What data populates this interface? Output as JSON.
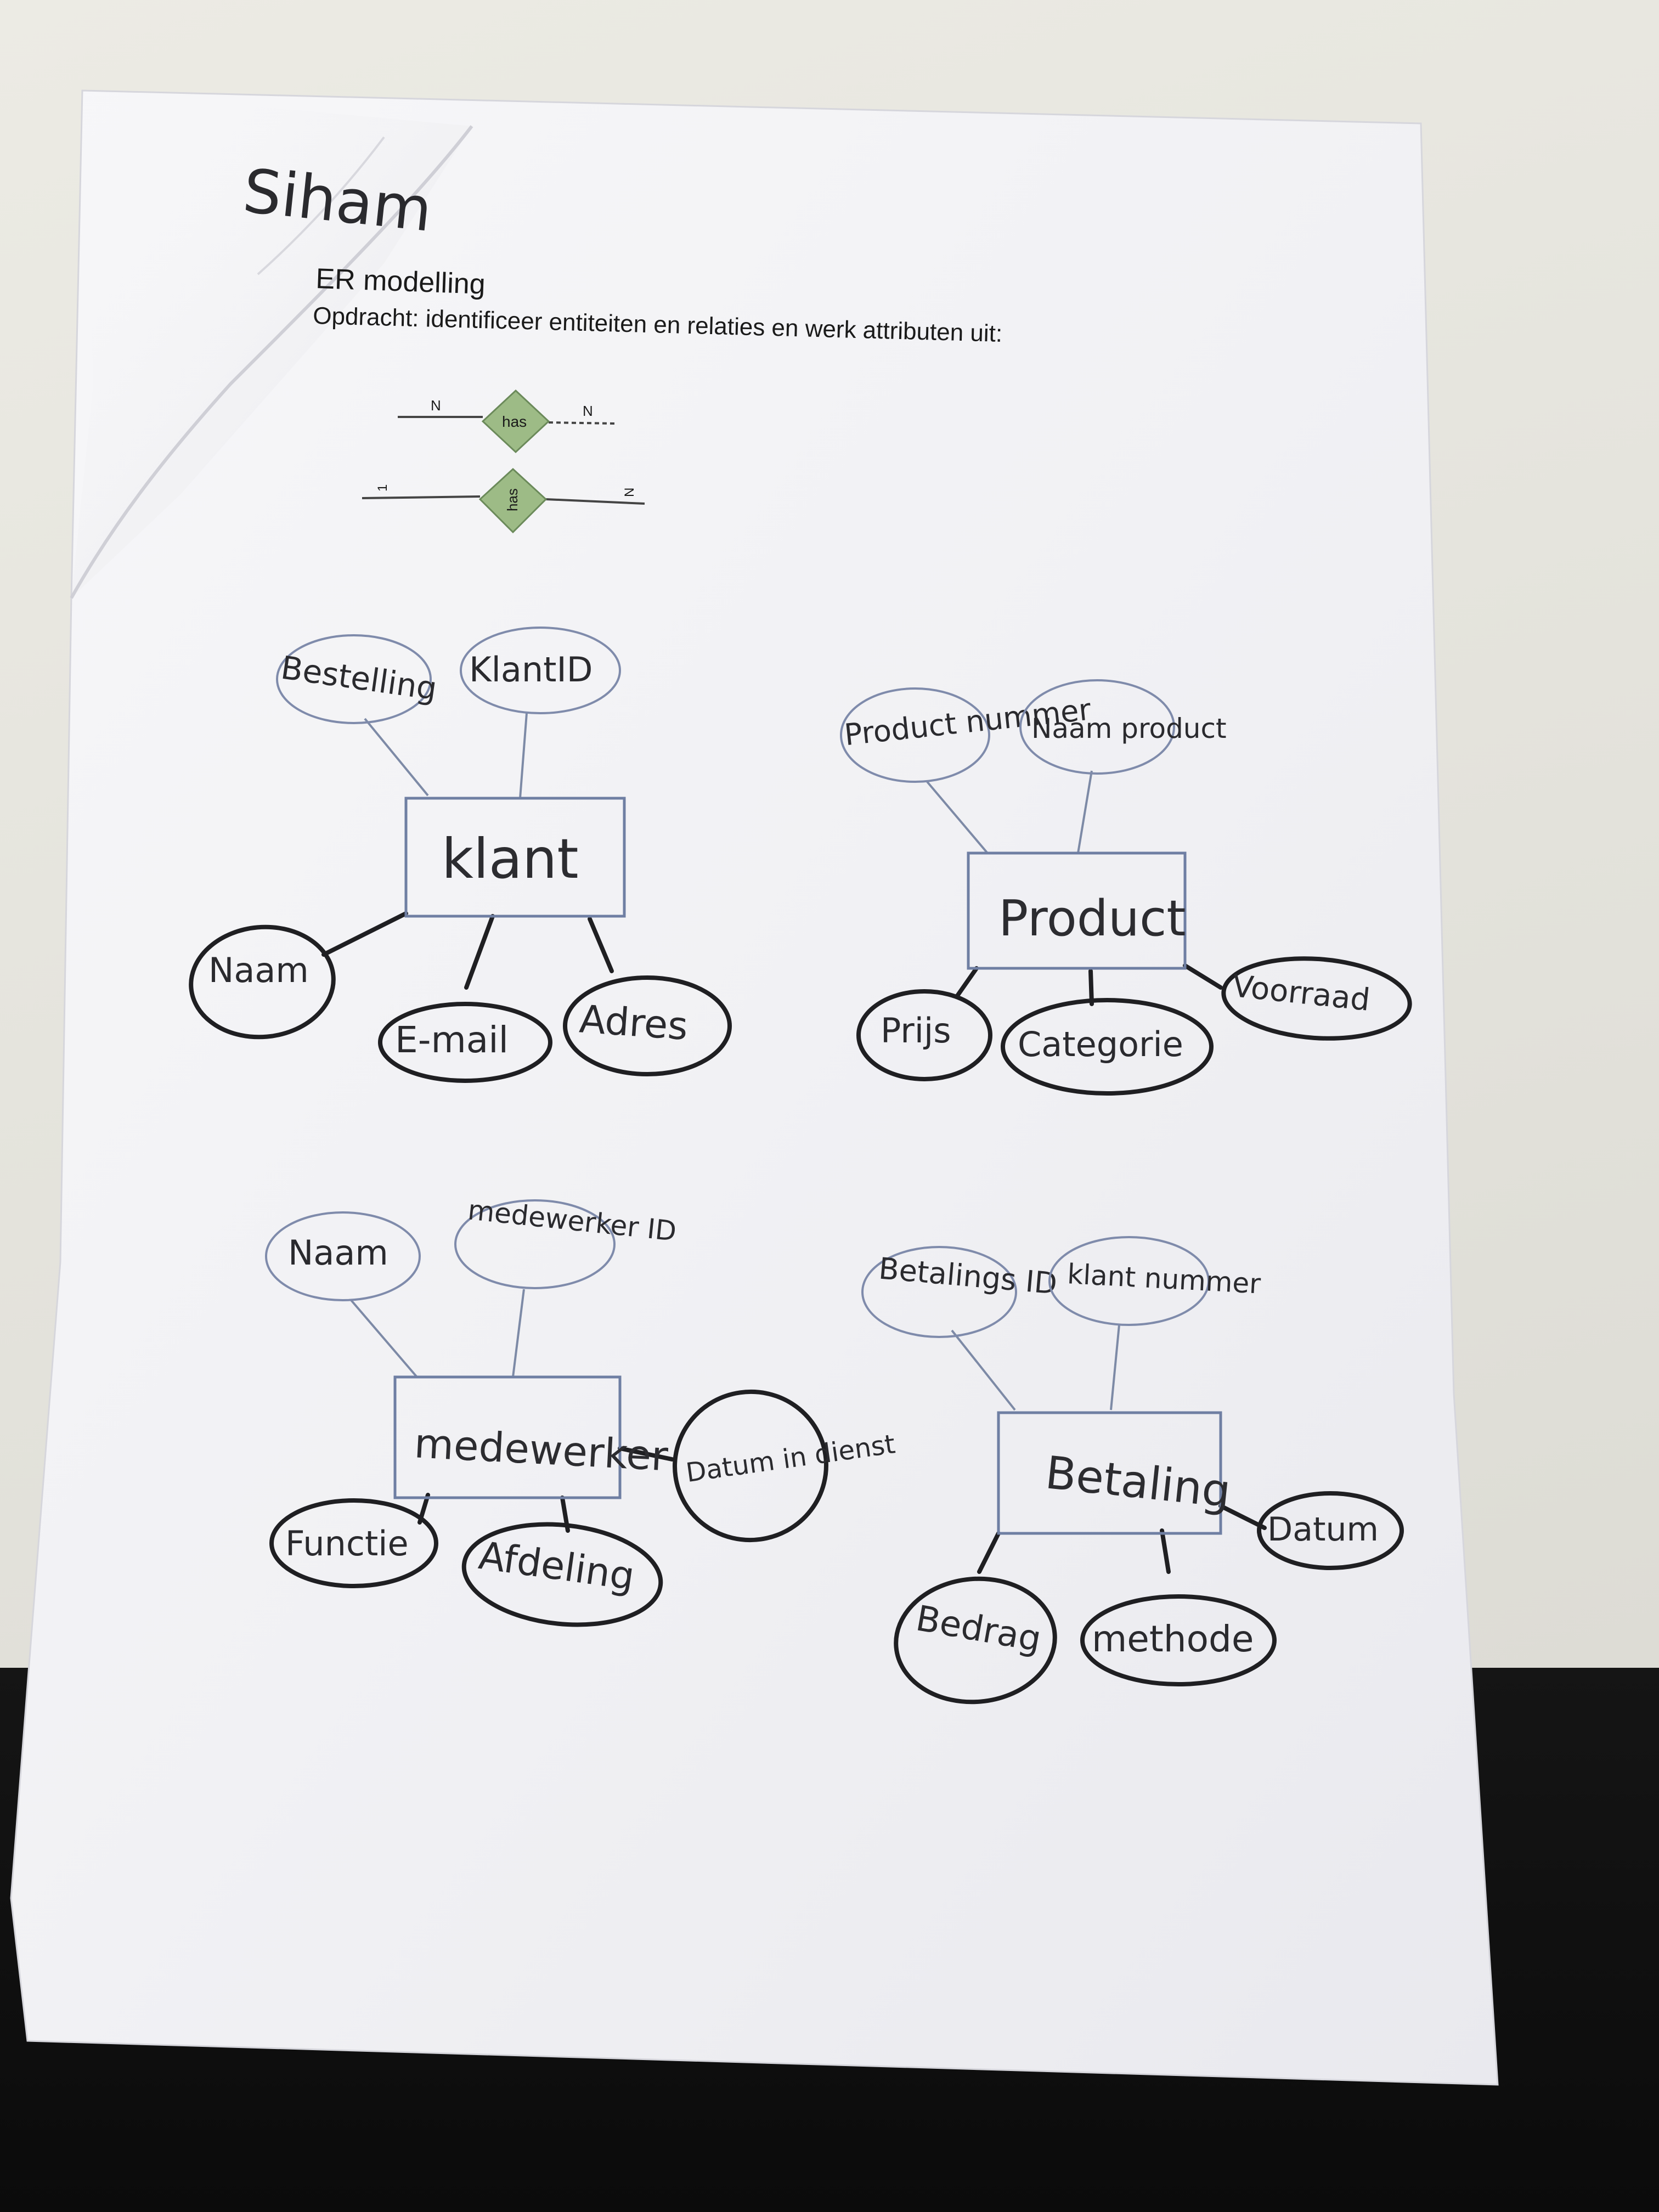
{
  "author": "Siham",
  "heading": "ER modelling",
  "instruction": "Opdracht: identificeer entiteiten en relaties en werk attributen uit:",
  "legend": {
    "row1": {
      "left": "N",
      "relation": "has",
      "right": "N"
    },
    "row2": {
      "left": "1",
      "relation": "has",
      "right": "N"
    }
  },
  "entities": {
    "klant": {
      "name": "klant",
      "attributes": [
        "Bestelling",
        "KlantID",
        "Naam",
        "E-mail",
        "Adres"
      ]
    },
    "product": {
      "name": "Product",
      "attributes": [
        "Product nummer",
        "Naam product",
        "Prijs",
        "Categorie",
        "Voorraad"
      ]
    },
    "medewerker": {
      "name": "medewerker",
      "attributes": [
        "Naam",
        "medewerker ID",
        "Datum in dienst",
        "Functie",
        "Afdeling"
      ]
    },
    "betaling": {
      "name": "Betaling",
      "attributes": [
        "Betalings ID",
        "klant nummer",
        "Datum",
        "Bedrag",
        "methode"
      ]
    }
  },
  "colors": {
    "paper": "#f4f4f6",
    "ink": "#1f1f22",
    "pen_blue": "#6f7fa3",
    "relation_diamond": "#9dbb86",
    "background_top": "#e8e7e0",
    "background_bottom": "#0e0e0e"
  }
}
